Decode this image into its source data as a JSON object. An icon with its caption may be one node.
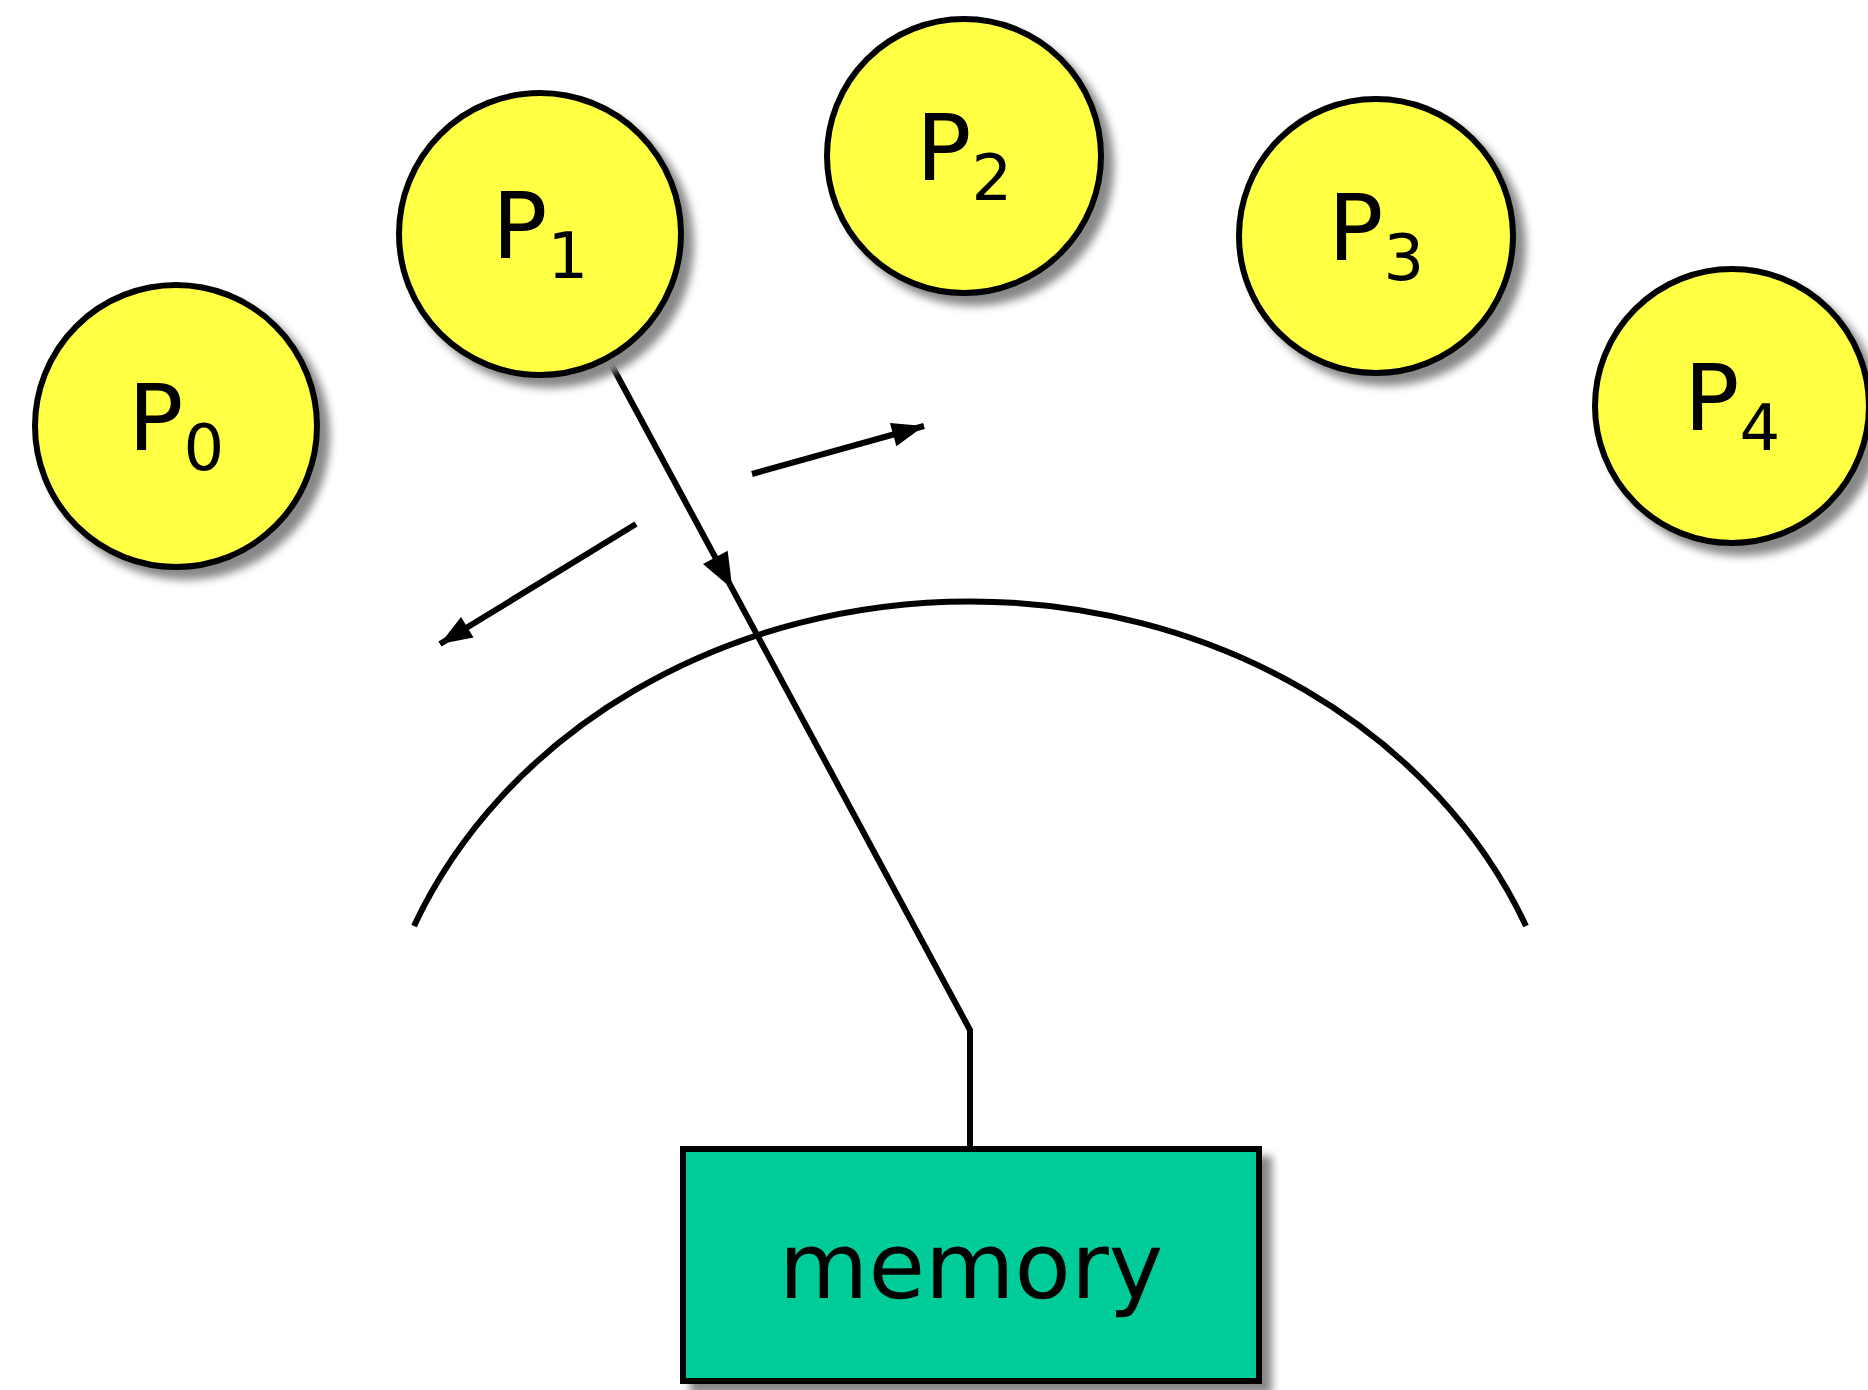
{
  "diagram": {
    "nodes": [
      {
        "text": [
          "P$_{0}$"
        ]
      },
      {
        "text": [
          "P$_{1}$"
        ]
      },
      {
        "text": [
          "P$_{2}$"
        ]
      },
      {
        "text": [
          "P$_{3}$"
        ]
      },
      {
        "text": [
          "P$_{4}$"
        ]
      },
      {
        "text": [
          "memory"
        ]
      }
    ],
    "edges": [
      {
        "from": 1,
        "to": 5,
        "arrow": "to"
      }
    ]
  }
}
